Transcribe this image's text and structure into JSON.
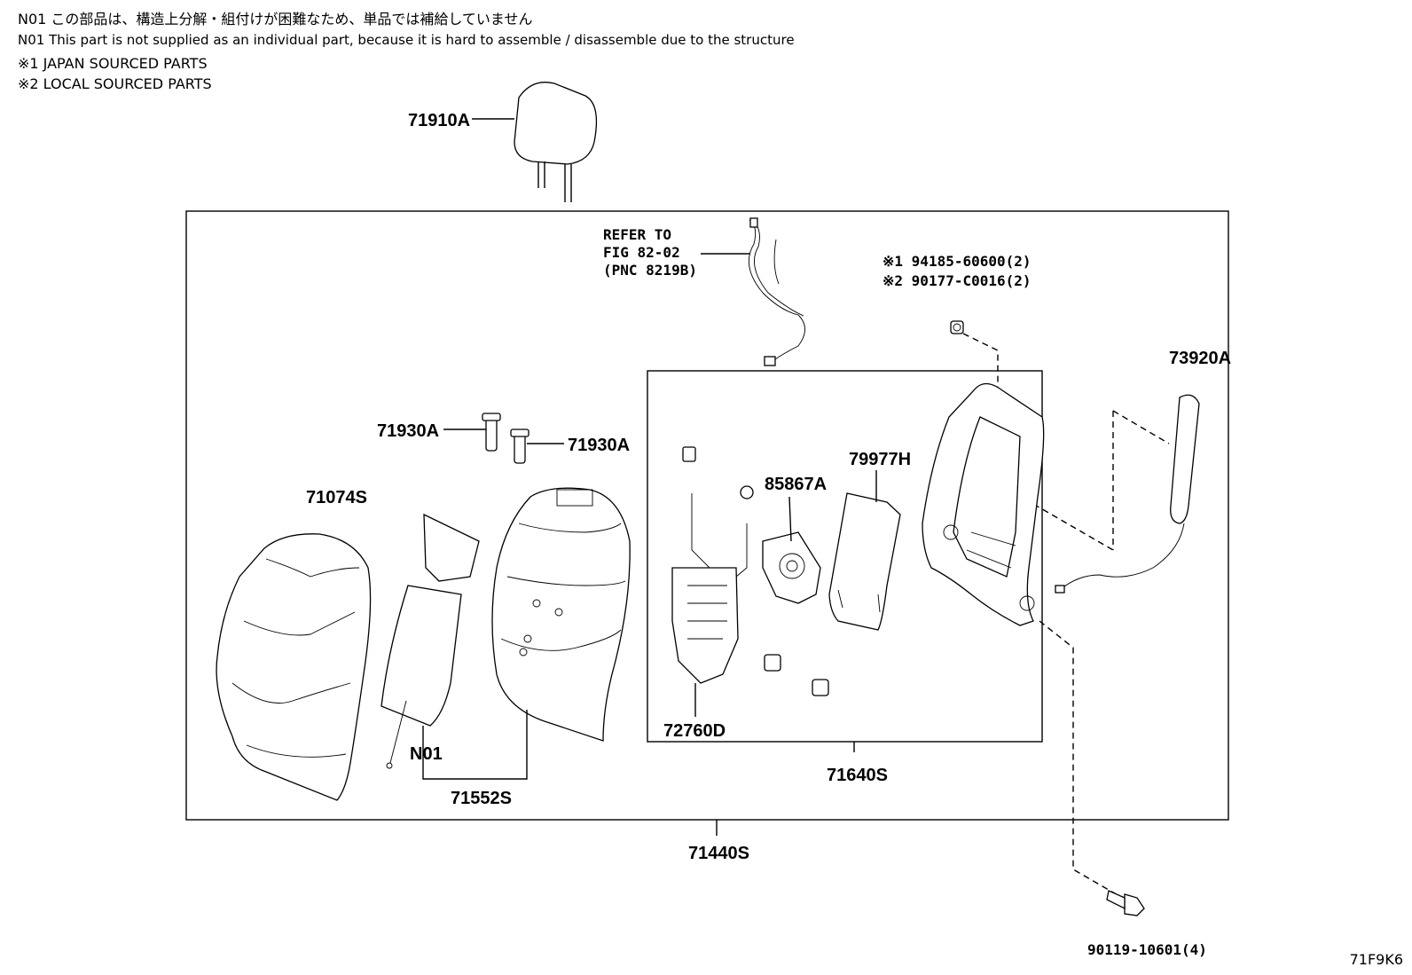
{
  "notes": [
    "N01 この部品は、構造上分解・組付けが困難なため、単品では補給していません",
    "N01 This part is not supplied as an individual part, because it is hard to assemble / disassemble due to the structure",
    "※1 JAPAN SOURCED PARTS",
    "※2 LOCAL SOURCED PARTS"
  ],
  "labels": {
    "headrest": "71910A",
    "refer_line1": "REFER TO",
    "refer_line2": "FIG 82-02",
    "refer_line3": "(PNC 8219B)",
    "fastener1": "※1 94185-60600(2)",
    "fastener2": "※2 90177-C0016(2)",
    "side_cover": "73920A",
    "guide_left": "71930A",
    "guide_right": "71930A",
    "cover": "71074S",
    "heater": "85867A",
    "shield": "79977H",
    "n01": "N01",
    "pad_assy": "71552S",
    "support": "72760D",
    "frame_assy": "71640S",
    "seatback_assy": "71440S",
    "bolt": "90119-10601(4)"
  },
  "diagram_code": "71F9K6"
}
